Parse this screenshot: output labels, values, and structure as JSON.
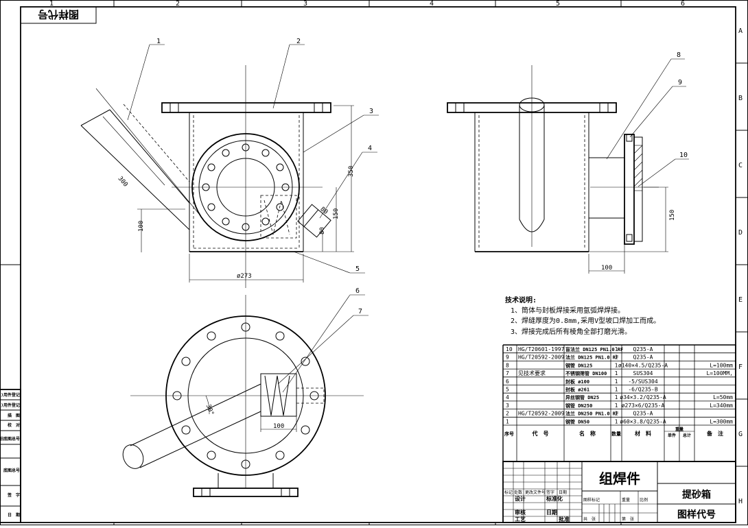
{
  "sheet": {
    "zone_columns": [
      "1",
      "2",
      "3",
      "4",
      "5",
      "6"
    ],
    "zone_rows": [
      "A",
      "B",
      "C",
      "D",
      "E",
      "F",
      "G",
      "H"
    ],
    "stamp": "图样代号"
  },
  "balloons": [
    "1",
    "2",
    "3",
    "4",
    "5",
    "6",
    "7",
    "8",
    "9",
    "10"
  ],
  "dims": {
    "pipe_length": "300",
    "left_height": "100",
    "diameter": "ø273",
    "height_350": "350",
    "height_150": "150",
    "height_80": "80",
    "side_150": "150",
    "side_100": "100",
    "plan_100": "100",
    "angle": "30°",
    "small_80": "80"
  },
  "notes": {
    "title": "技术说明:",
    "lines": [
      "1、筒体与封板焊接采用氩弧焊焊接。",
      "2、焊缝厚度为0.8mm,采用V型坡口焊加工而成。",
      "3、焊接完成后所有棱角全部打磨光滑。"
    ]
  },
  "bom": {
    "header": [
      "序号",
      "代　号",
      "名　称",
      "数量",
      "材　料",
      "单件",
      "总计",
      "备　注"
    ],
    "weight_sub": "重量",
    "rows": [
      [
        "10",
        "HG/T20601-1997",
        "盲法兰 DN125 PN1.0 RF",
        "1",
        "Q235-A",
        "",
        "",
        ""
      ],
      [
        "9",
        "HG/T20592-2009",
        "法兰 DN125 PN1.0 RF",
        "1",
        "Q235-A",
        "",
        "",
        ""
      ],
      [
        "8",
        "",
        "钢管 DN125",
        "1",
        "ø140×4.5/Q235-A",
        "",
        "",
        "L=100mm"
      ],
      [
        "7",
        "见技术要求",
        "不锈钢筛管 DN100",
        "1",
        "SUS304",
        "",
        "",
        "L=100MM,"
      ],
      [
        "6",
        "",
        "封板 ø100",
        "1",
        "-5/SUS304",
        "",
        "",
        ""
      ],
      [
        "5",
        "",
        "封板 ø261",
        "1",
        "-6/Q235-B",
        "",
        "",
        ""
      ],
      [
        "4",
        "",
        "异丝钢管 DN25",
        "1",
        "ø34×3.2/Q235-A",
        "",
        "",
        "L=50mm"
      ],
      [
        "3",
        "",
        "钢管 DN250",
        "1",
        "ø273×6/Q235-A",
        "",
        "",
        "L=340mm"
      ],
      [
        "2",
        "HG/T20592-2009",
        "法兰 DN250 PN1.0 RF",
        "1",
        "Q235-A",
        "",
        "",
        ""
      ],
      [
        "1",
        "",
        "钢管 DN50",
        "1",
        "ø60×3.8/Q235-A",
        "",
        "",
        "L=300mm"
      ]
    ]
  },
  "title_block": {
    "part_type": "组焊件",
    "drawing_name": "提砂箱",
    "drawing_code": "图样代号",
    "row_labels": [
      "标记",
      "处数",
      "更改文件号",
      "签字",
      "日期"
    ],
    "sign_labels": [
      "设计",
      "标准化",
      "审核",
      "工艺",
      "日期",
      "批准"
    ],
    "fields": [
      "图样标记",
      "重量",
      "比例",
      "共　张",
      "第　张"
    ]
  },
  "left_strip": [
    "借(通)用件登记",
    "借(通)用件登记",
    "旧底图总号",
    "描　图",
    "校　对",
    "底图总号",
    "签　字",
    "日　期"
  ]
}
